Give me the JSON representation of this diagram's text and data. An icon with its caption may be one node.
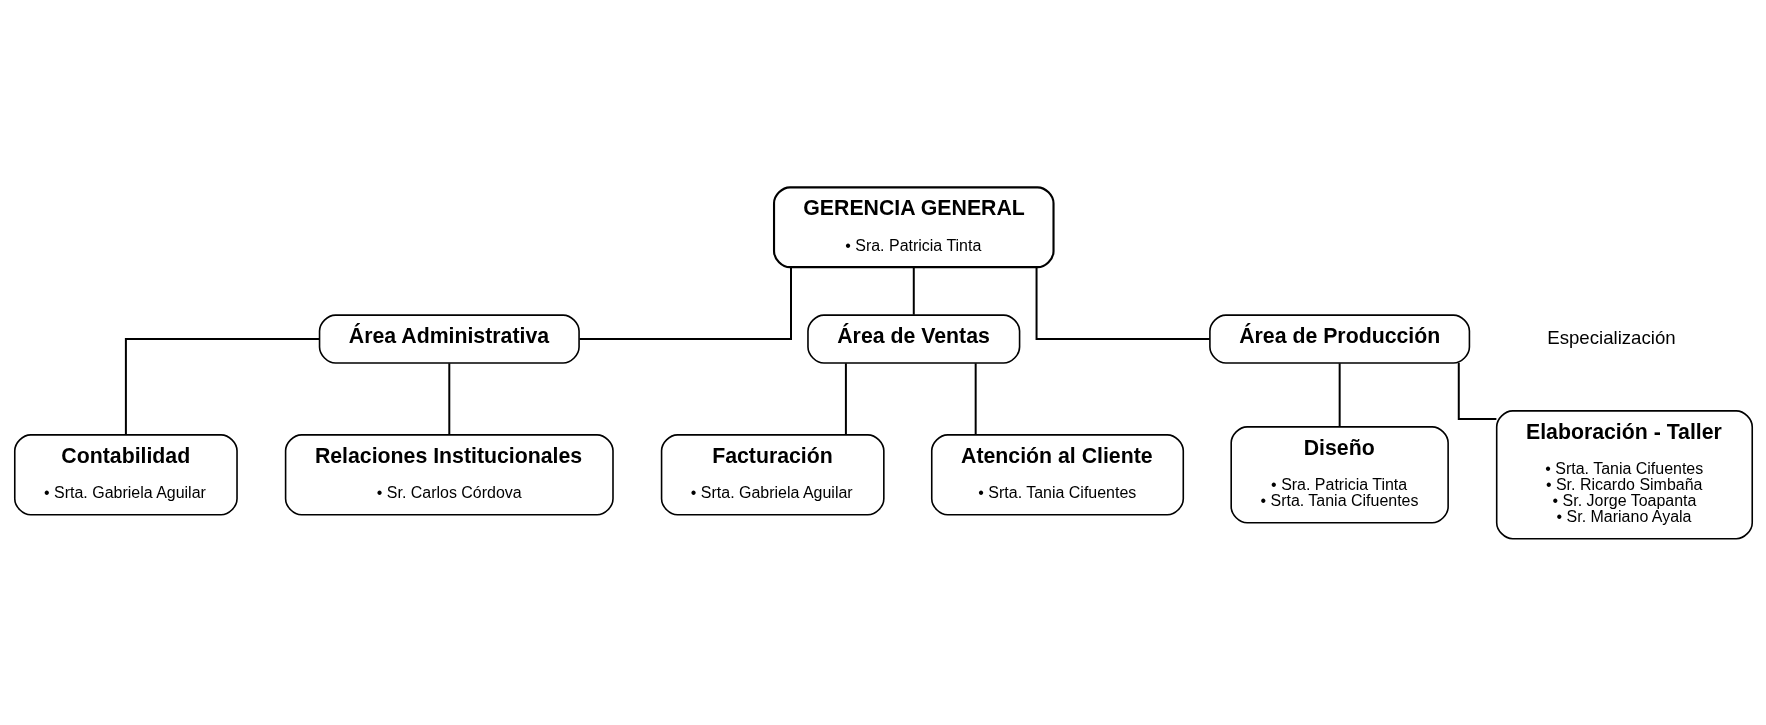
{
  "diagram": {
    "nodes": [
      {
        "text": [
          "GERENCIA GENERAL",
          "• Sra. Patricia Tinta"
        ]
      },
      {
        "text": [
          "Área Administrativa"
        ]
      },
      {
        "text": [
          "Área de Ventas"
        ]
      },
      {
        "text": [
          "Área de Producción"
        ]
      },
      {
        "text": [
          "Contabilidad",
          "• Srta. Gabriela Aguilar"
        ]
      },
      {
        "text": [
          "Relaciones Institucionales",
          "• Sr. Carlos Córdova"
        ]
      },
      {
        "text": [
          "Facturación",
          "• Srta. Gabriela Aguilar"
        ]
      },
      {
        "text": [
          "Atención al Cliente",
          "• Srta. Tania Cifuentes"
        ]
      },
      {
        "text": [
          "Diseño",
          "• Sra. Patricia Tinta",
          "• Srta. Tania Cifuentes"
        ]
      },
      {
        "text": [
          "Elaboración - Taller",
          "• Srta. Tania Cifuentes",
          "• Sr. Ricardo Simbaña",
          "• Sr. Jorge Toapanta",
          "• Sr. Mariano Ayala"
        ]
      }
    ],
    "edges": [
      {
        "from": 0,
        "to": 1,
        "arrow": "none"
      },
      {
        "from": 0,
        "to": 2,
        "arrow": "none"
      },
      {
        "from": 0,
        "to": 3,
        "arrow": "none"
      },
      {
        "from": 1,
        "to": 4,
        "arrow": "none"
      },
      {
        "from": 1,
        "to": 5,
        "arrow": "none"
      },
      {
        "from": 2,
        "to": 6,
        "arrow": "none"
      },
      {
        "from": 2,
        "to": 7,
        "arrow": "none"
      },
      {
        "from": 3,
        "to": 8,
        "arrow": "none"
      },
      {
        "from": 3,
        "to": 9,
        "arrow": "none"
      }
    ],
    "labels": [
      "Especialización"
    ]
  }
}
